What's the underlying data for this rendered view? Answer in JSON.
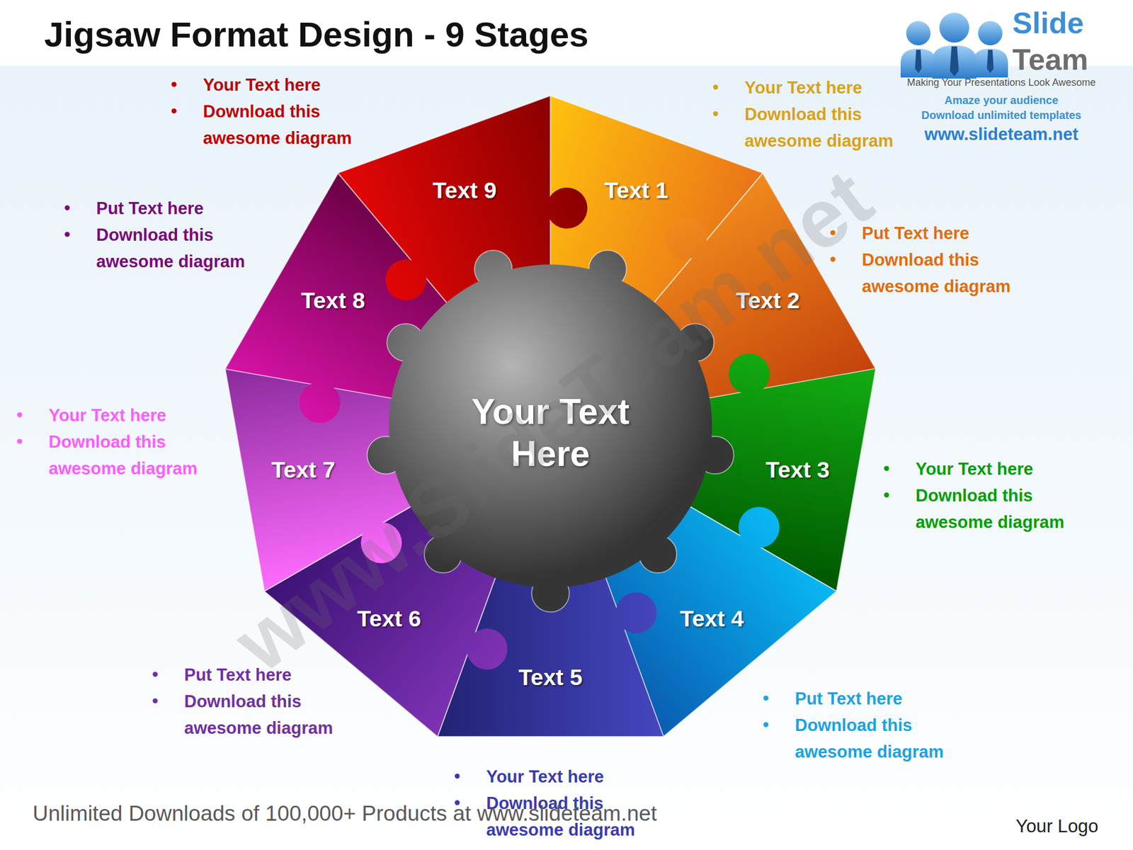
{
  "diagram": {
    "title": "Jigsaw Format Design - 9 Stages",
    "nodes": [
      {
        "text": [
          "Text 1"
        ]
      },
      {
        "text": [
          "Text 2"
        ]
      },
      {
        "text": [
          "Text 3"
        ]
      },
      {
        "text": [
          "Text 4"
        ]
      },
      {
        "text": [
          "Text 5"
        ]
      },
      {
        "text": [
          "Text 6"
        ]
      },
      {
        "text": [
          "Text 7"
        ]
      },
      {
        "text": [
          "Text 8"
        ]
      },
      {
        "text": [
          "Text 9"
        ]
      },
      {
        "text": [
          "Your Text Here"
        ]
      }
    ],
    "labels": [
      "Your Text here",
      "Download this awesome diagram",
      "Your Text here",
      "Download this awesome diagram",
      "Put Text here",
      "Download this awesome diagram",
      "Put Text here",
      "Download this awesome diagram",
      "Your Text here",
      "Download this awesome diagram",
      "Your Text here",
      "Download this awesome diagram",
      "Put Text here",
      "Download this awesome diagram",
      "Put Text here",
      "Download this awesome diagram",
      "Your Text here",
      "Download this awesome diagram",
      "Slide",
      "Team",
      "Making Your Presentations Look Awesome",
      "Amaze your audience",
      "Download unlimited templates",
      "www.slideteam.net",
      "www.SlideTeam.net",
      "Unlimited Downloads of 100,000+ Products at www.slideteam.net",
      "Your Logo"
    ]
  }
}
